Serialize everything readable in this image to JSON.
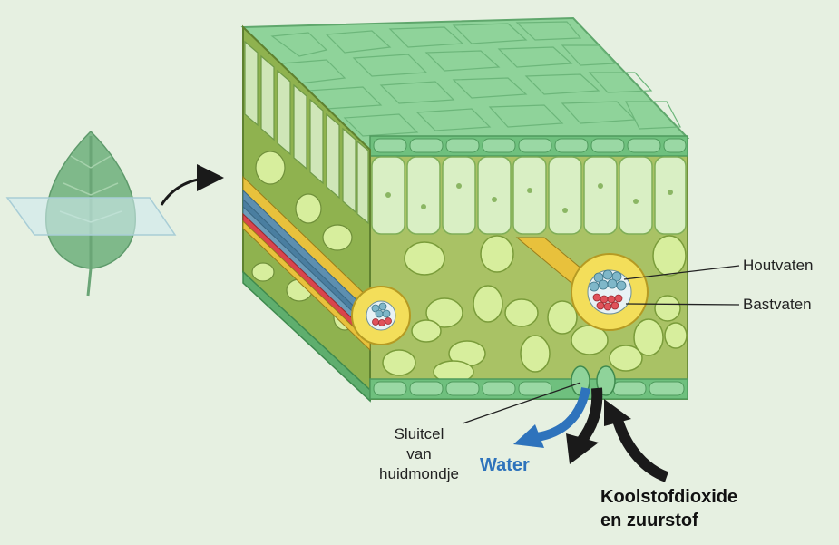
{
  "labels": {
    "xylem": "Houtvaten",
    "phloem": "Bastvaten",
    "guard_cell_line1": "Sluitcel",
    "guard_cell_line2": "van",
    "guard_cell_line3": "huidmondje",
    "water": "Water",
    "gas_line1": "Koolstofdioxide",
    "gas_line2": "en zuurstof"
  },
  "colors": {
    "background": "#e6f0e1",
    "water_arrow": "#2e73bc",
    "gas_arrow": "#1a1a1a",
    "epidermis": "#8fd39a",
    "palisade": "#d9efc4",
    "spongy": "#9fb95c",
    "bundle_sheath": "#f3de5a",
    "xylem": "#7fb7c9",
    "phloem": "#e0525a"
  },
  "icons": [
    "leaf-icon",
    "cut-plane-icon",
    "curved-arrow-icon"
  ]
}
